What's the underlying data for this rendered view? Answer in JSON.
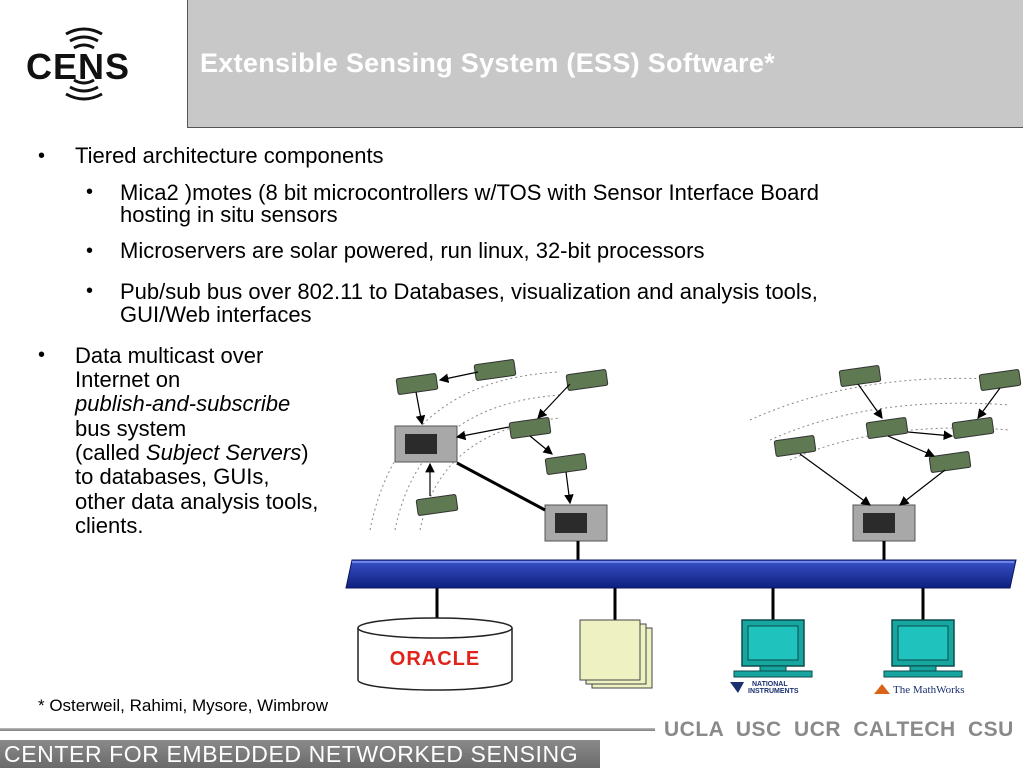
{
  "logo": {
    "text": "CENS",
    "icon": "cens-wave-logo"
  },
  "title": "Extensible Sensing System (ESS) Software*",
  "bullets": {
    "b1": "Tiered architecture components",
    "b1_sub1_line1": "Mica2 )motes (8 bit microcontrollers w/TOS with Sensor Interface Board",
    "b1_sub1_line2": "hosting  in situ sensors",
    "b1_sub2": "Microservers are solar powered, run linux, 32-bit processors",
    "b1_sub3_line1": "Pub/sub bus over 802.11 to Databases, visualization and analysis tools,",
    "b1_sub3_line2": "GUI/Web interfaces",
    "b2_l1": "Data multicast over",
    "b2_l2": "Internet on",
    "b2_l3": "publish-and-subscribe",
    "b2_l4": "bus system",
    "b2_l5a": "(called ",
    "b2_l5b": "Subject Servers",
    "b2_l5c": ")",
    "b2_l6": "to  databases, GUIs,",
    "b2_l7": "other data analysis tools,",
    "b2_l8": "clients."
  },
  "diagram": {
    "oracle_label": "ORACLE",
    "ni_label_1": "NATIONAL",
    "ni_label_2": "INSTRUMENTS",
    "mathworks_label": "The MathWorks",
    "colors": {
      "bus": "#1a2f9e",
      "monitor": "#17a5a0",
      "oracle_red": "#e0241b",
      "doc": "#eef2c2"
    }
  },
  "footnote": "* Osterweil, Rahimi, Mysore, Wimbrow",
  "footer": {
    "org": "CENTER FOR EMBEDDED NETWORKED SENSING",
    "unis": "UCLA  USC  UCR  CALTECH  CSU"
  }
}
